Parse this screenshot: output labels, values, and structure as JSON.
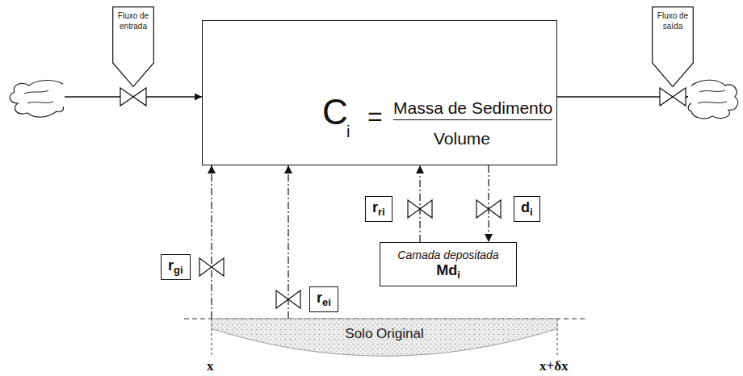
{
  "diagram": {
    "nodes": [
      {
        "text": [
          "Fluxo de entrada"
        ]
      },
      {
        "text": [
          "C",
          "i",
          "=",
          "Massa de Sedimento",
          "Volume"
        ]
      },
      {
        "text": [
          "Fluxo de saída"
        ]
      },
      {
        "text": [
          "r",
          "ri"
        ]
      },
      {
        "text": [
          "d",
          "i"
        ]
      },
      {
        "text": [
          "r",
          "gi"
        ]
      },
      {
        "text": [
          "Camada depositada",
          "Md",
          "i"
        ]
      },
      {
        "text": [
          "r",
          "ei"
        ]
      },
      {
        "text": [
          "Solo Original"
        ]
      }
    ],
    "edges": [
      {
        "from": 8,
        "to": 1,
        "arrow": "to"
      },
      {
        "from": 8,
        "to": 1,
        "arrow": "to"
      },
      {
        "from": 6,
        "to": 1,
        "arrow": "to"
      },
      {
        "from": 1,
        "to": 6,
        "arrow": "to"
      }
    ],
    "labels": [
      "x",
      "x+δx"
    ]
  }
}
